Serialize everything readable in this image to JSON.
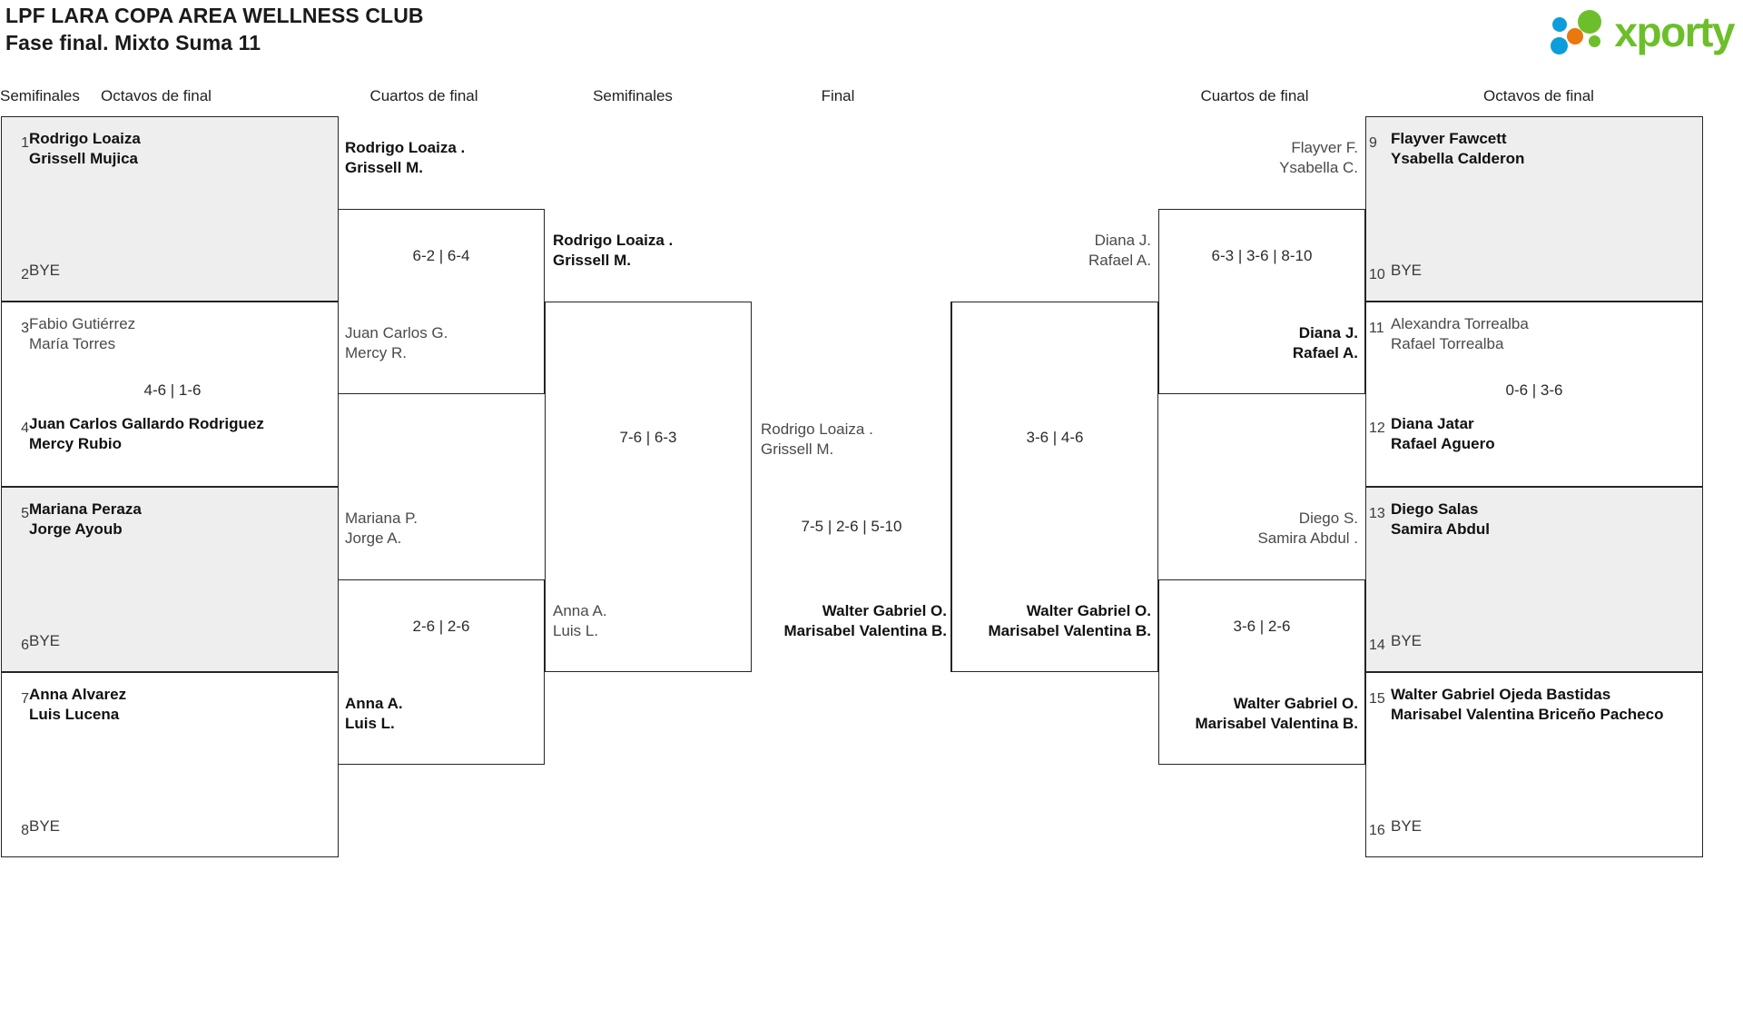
{
  "header": {
    "title_line1": "LPF LARA COPA AREA WELLNESS CLUB",
    "title_line2": "Fase final. Mixto Suma 11",
    "logo_text": "xporty",
    "logo_colors": {
      "green": "#6cbf2a",
      "blue": "#0d9ddb",
      "orange": "#e8780f"
    }
  },
  "rounds": [
    {
      "label": "Octavos de final"
    },
    {
      "label": "Cuartos de final"
    },
    {
      "label": "Semifinales"
    },
    {
      "label": "Final"
    },
    {
      "label": "Semifinales"
    },
    {
      "label": "Cuartos de final"
    },
    {
      "label": "Octavos de final"
    }
  ],
  "left_octavos": [
    {
      "seed": "1",
      "line1": "Rodrigo Loaiza",
      "line2": "Grissell Mujica",
      "winner": true,
      "shaded": true
    },
    {
      "seed": "2",
      "bye": "BYE",
      "shaded": true
    },
    {
      "seed": "3",
      "line1": "Fabio Gutiérrez",
      "line2": "María Torres",
      "winner": false,
      "shaded": false
    },
    {
      "seed": "4",
      "line1": "Juan Carlos Gallardo Rodriguez",
      "line2": "Mercy Rubio",
      "winner": true,
      "shaded": false
    },
    {
      "seed": "5",
      "line1": "Mariana Peraza",
      "line2": "Jorge Ayoub",
      "winner": true,
      "shaded": true
    },
    {
      "seed": "6",
      "bye": "BYE",
      "shaded": true
    },
    {
      "seed": "7",
      "line1": "Anna Alvarez",
      "line2": "Luis Lucena",
      "winner": true,
      "shaded": false
    },
    {
      "seed": "8",
      "bye": "BYE",
      "shaded": false
    }
  ],
  "right_octavos": [
    {
      "seed": "9",
      "line1": "Flayver Fawcett",
      "line2": "Ysabella Calderon",
      "winner": true,
      "shaded": true
    },
    {
      "seed": "10",
      "bye": "BYE",
      "shaded": true
    },
    {
      "seed": "11",
      "line1": "Alexandra Torrealba",
      "line2": "Rafael Torrealba",
      "winner": false,
      "shaded": false
    },
    {
      "seed": "12",
      "line1": "Diana Jatar",
      "line2": "Rafael Aguero",
      "winner": true,
      "shaded": false
    },
    {
      "seed": "13",
      "line1": "Diego Salas",
      "line2": "Samira Abdul",
      "winner": true,
      "shaded": true
    },
    {
      "seed": "14",
      "bye": "BYE",
      "shaded": true
    },
    {
      "seed": "15",
      "line1": "Walter Gabriel Ojeda Bastidas",
      "line2": "Marisabel Valentina Briceño Pacheco",
      "winner": true,
      "shaded": false
    },
    {
      "seed": "16",
      "bye": "BYE",
      "shaded": false
    }
  ],
  "left_octavos_scores": {
    "m1": "",
    "m2": "4-6 | 1-6",
    "m3": "",
    "m4": ""
  },
  "left_cuartos": {
    "m1": {
      "top_line1": "Rodrigo Loaiza .",
      "top_line2": "Grissell M.",
      "top_winner": true,
      "bottom_line1": "Juan Carlos G.",
      "bottom_line2": "Mercy R.",
      "bottom_winner": false,
      "score": "6-2 | 6-4"
    },
    "m2": {
      "top_line1": "Mariana P.",
      "top_line2": "Jorge A.",
      "top_winner": false,
      "bottom_line1": "Anna A.",
      "bottom_line2": "Luis L.",
      "bottom_winner": true,
      "score": "2-6 | 2-6"
    }
  },
  "left_semifinal": {
    "top_line1": "Rodrigo Loaiza .",
    "top_line2": "Grissell M.",
    "top_winner": true,
    "bottom_line1": "Anna A.",
    "bottom_line2": "Luis L.",
    "bottom_winner": false,
    "score": "7-6 | 6-3"
  },
  "final": {
    "top_line1": "Rodrigo Loaiza .",
    "top_line2": "Grissell M.",
    "top_winner": false,
    "bottom_line1": "Walter Gabriel O.",
    "bottom_line2": "Marisabel Valentina B.",
    "bottom_winner": true,
    "score": "7-5 | 2-6 | 5-10"
  },
  "right_semifinal": {
    "top_line1": "Diana J.",
    "top_line2": "Rafael A.",
    "top_winner": false,
    "bottom_line1": "Walter Gabriel O.",
    "bottom_line2": "Marisabel Valentina B.",
    "bottom_winner": true,
    "score": "3-6 | 4-6"
  },
  "right_cuartos": {
    "m1": {
      "top_line1": "Flayver F.",
      "top_line2": "Ysabella C.",
      "top_winner": false,
      "bottom_line1": "Diana J.",
      "bottom_line2": "Rafael A.",
      "bottom_winner": true,
      "score": "6-3 | 3-6 | 8-10"
    },
    "m2": {
      "top_line1": "Diego S.",
      "top_line2": "Samira Abdul .",
      "top_winner": false,
      "bottom_line1": "Walter Gabriel O.",
      "bottom_line2": "Marisabel Valentina B.",
      "bottom_winner": true,
      "score": "3-6 | 2-6"
    }
  },
  "right_octavos_scores": {
    "m1": "",
    "m2": "0-6 | 3-6",
    "m3": "",
    "m4": ""
  }
}
